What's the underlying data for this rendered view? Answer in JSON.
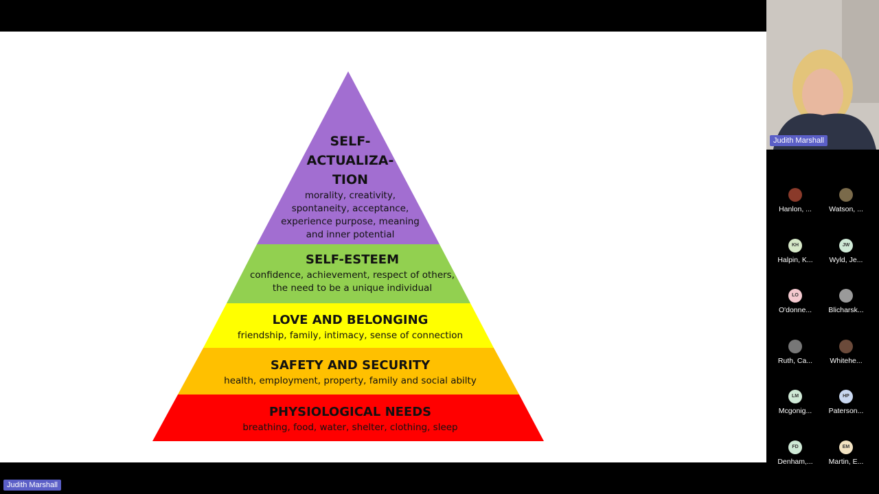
{
  "presenter": {
    "name": "Judith Marshall"
  },
  "slide": {
    "levels": [
      {
        "title_lines": [
          "SELF-",
          "ACTUALIZA-",
          "TION"
        ],
        "description_lines": [
          "morality, creativity,",
          "spontaneity, acceptance,",
          "experience purpose, meaning",
          "and inner potential"
        ],
        "color": "#a26ed1"
      },
      {
        "title": "SELF-ESTEEM",
        "description_lines": [
          "confidence, achievement, respect of others,",
          "the need to be a unique individual"
        ],
        "color": "#92d050"
      },
      {
        "title": "LOVE AND BELONGING",
        "description": "friendship, family, intimacy, sense of connection",
        "color": "#ffff00"
      },
      {
        "title": "SAFETY AND SECURITY",
        "description": "health, employment, property, family and social abilty",
        "color": "#ffc000"
      },
      {
        "title": "PHYSIOLOGICAL NEEDS",
        "description": "breathing, food, water, shelter, clothing, sleep",
        "color": "#ff0000"
      }
    ]
  },
  "participants": [
    {
      "name": "Hanlon, ...",
      "initials": "",
      "avatar_color": "#8a3a2a"
    },
    {
      "name": "Watson, ...",
      "initials": "",
      "avatar_color": "#7a6a4a"
    },
    {
      "name": "Halpin, K...",
      "initials": "KH",
      "avatar_color": "#d6e8c8"
    },
    {
      "name": "Wyld, Je...",
      "initials": "JW",
      "avatar_color": "#cfe9d6"
    },
    {
      "name": "O'donne...",
      "initials": "LO",
      "avatar_color": "#f4c9cf"
    },
    {
      "name": "Blicharsk...",
      "initials": "",
      "avatar_color": "#9a9a9a"
    },
    {
      "name": "Ruth, Ca...",
      "initials": "",
      "avatar_color": "#777777"
    },
    {
      "name": "Whitehe...",
      "initials": "",
      "avatar_color": "#6b4a3a"
    },
    {
      "name": "Mcgonig...",
      "initials": "LM",
      "avatar_color": "#cfe9d6"
    },
    {
      "name": "Paterson...",
      "initials": "HP",
      "avatar_color": "#c9d8f0"
    },
    {
      "name": "Denham,...",
      "initials": "FD",
      "avatar_color": "#cfe9d6"
    },
    {
      "name": "Martin, E...",
      "initials": "EM",
      "avatar_color": "#f3e3c2"
    }
  ]
}
